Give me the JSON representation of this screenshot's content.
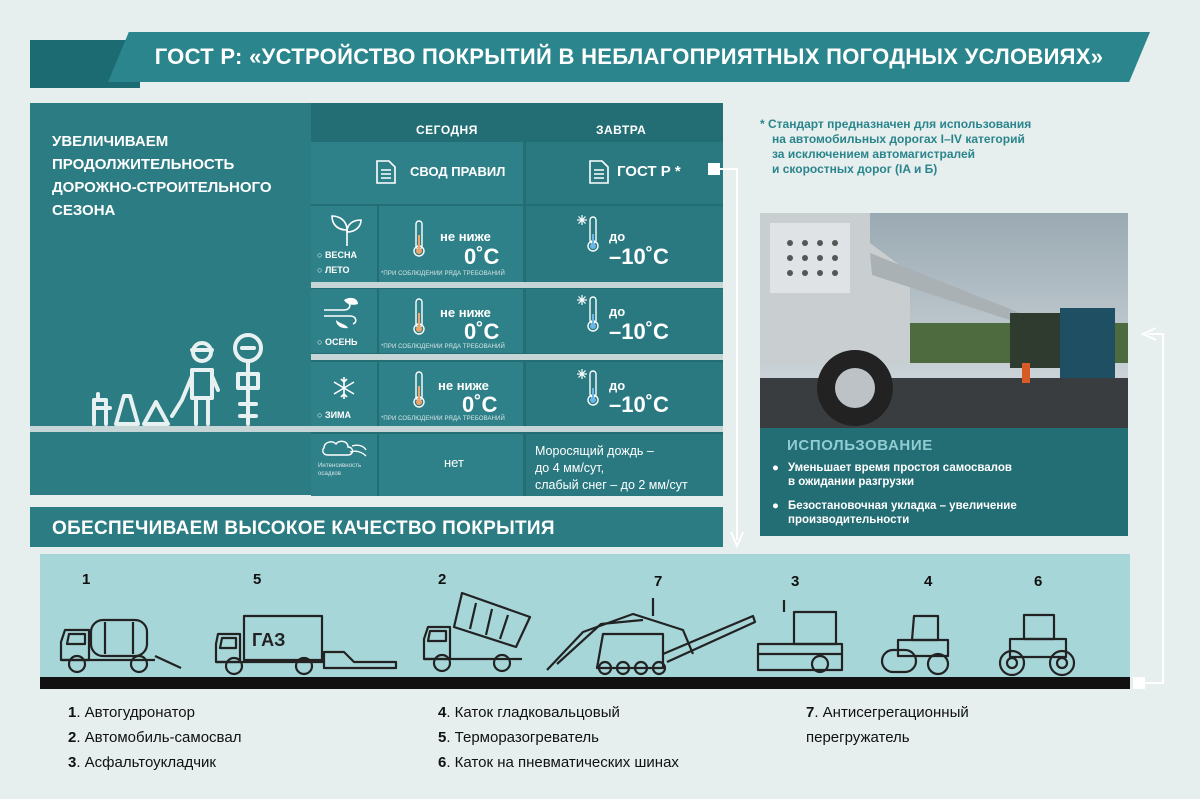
{
  "header": {
    "title": "ГОСТ Р: «УСТРОЙСТВО ПОКРЫТИЙ В НЕБЛАГОПРИЯТНЫХ ПОГОДНЫХ УСЛОВИЯХ»"
  },
  "left_panel": {
    "title": "УВЕЛИЧИВАЕМ ПРОДОЛЖИТЕЛЬНОСТЬ ДОРОЖНО-СТРОИТЕЛЬНОГО СЕЗОНА",
    "col_today": "СЕГОДНЯ",
    "col_tomorrow": "ЗАВТРА",
    "doc_today": "СВОД ПРАВИЛ",
    "doc_tomorrow": "ГОСТ Р *",
    "seasons": [
      {
        "labels": [
          "ВЕСНА",
          "ЛЕТО"
        ],
        "today_prefix": "не ниже",
        "today_value": "0˚С",
        "today_note": "*ПРИ СОБЛЮДЕНИИ РЯДА ТРЕБОВАНИЙ",
        "tomorrow_prefix": "до",
        "tomorrow_value": "–10˚С"
      },
      {
        "labels": [
          "ОСЕНЬ"
        ],
        "today_prefix": "не ниже",
        "today_value": "0˚С",
        "today_note": "*ПРИ СОБЛЮДЕНИИ РЯДА ТРЕБОВАНИЙ",
        "tomorrow_prefix": "до",
        "tomorrow_value": "–10˚С"
      },
      {
        "labels": [
          "ЗИМА"
        ],
        "today_prefix": "не ниже",
        "today_value": "0˚С",
        "today_note": "*ПРИ СОБЛЮДЕНИИ РЯДА ТРЕБОВАНИЙ",
        "tomorrow_prefix": "до",
        "tomorrow_value": "–10˚С"
      }
    ],
    "precip": {
      "label": "Интенсивность осадков",
      "today": "нет",
      "tomorrow_line1": "Моросящий дождь –",
      "tomorrow_line2": "до 4 мм/сут,",
      "tomorrow_line3": "слабый снег – до 2 мм/сут"
    }
  },
  "note": {
    "line1": "* Стандарт предназначен для использования",
    "line2": "на автомобильных дорогах I–IV категорий",
    "line3": "за исключением автомагистралей",
    "line4": "и скоростных дорог (IA и Б)"
  },
  "usage": {
    "title": "ИСПОЛЬЗОВАНИЕ",
    "item1_line1": "Уменьшает время простоя самосвалов",
    "item1_line2": "в ожидании разгрузки",
    "item2_line1": "Безостановочная укладка – увеличение",
    "item2_line2": "производительности"
  },
  "quality": {
    "title": "ОБЕСПЕЧИВАЕМ ВЫСОКОЕ КАЧЕСТВО ПОКРЫТИЯ",
    "vehicle_numbers": [
      "1",
      "5",
      "2",
      "7",
      "3",
      "4",
      "6"
    ],
    "gaz_label": "ГАЗ",
    "legend": [
      {
        "num": "1",
        "text": ". Автогудронатор"
      },
      {
        "num": "2",
        "text": ". Автомобиль-самосвал"
      },
      {
        "num": "3",
        "text": ". Асфальтоукладчик"
      },
      {
        "num": "4",
        "text": ". Каток гладковальцовый"
      },
      {
        "num": "5",
        "text": ". Терморазогреватель"
      },
      {
        "num": "6",
        "text": ". Каток на пневматических шинах"
      },
      {
        "num": "7",
        "text": ". Антисегрегационный"
      },
      {
        "num": "",
        "text": "перегружатель"
      }
    ]
  }
}
